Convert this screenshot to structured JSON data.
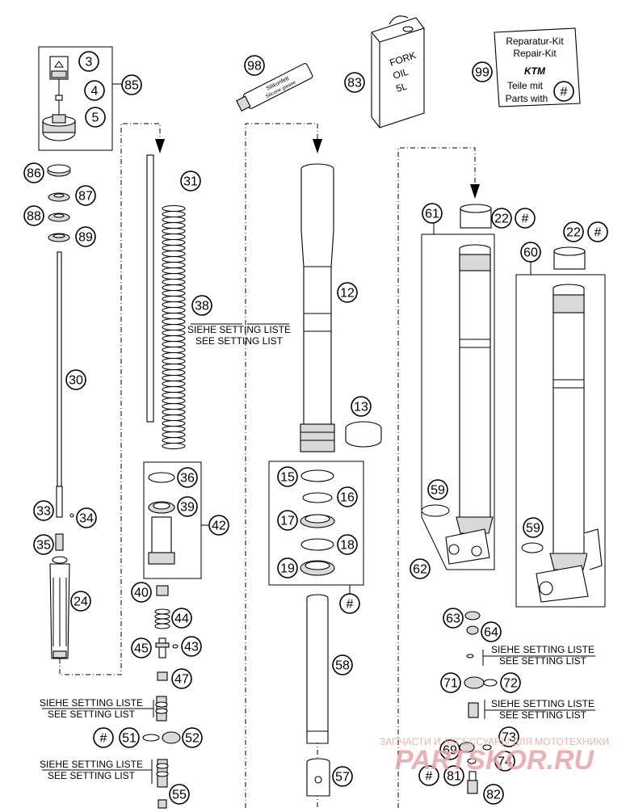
{
  "callouts": {
    "c3": "3",
    "c4": "4",
    "c5": "5",
    "c85": "85",
    "c86": "86",
    "c87": "87",
    "c88": "88",
    "c89": "89",
    "c30": "30",
    "c33": "33",
    "c34": "34",
    "c35": "35",
    "c24": "24",
    "c31": "31",
    "c38": "38",
    "c36": "36",
    "c39": "39",
    "c42": "42",
    "c40": "40",
    "c44": "44",
    "c45": "45",
    "c43": "43",
    "c47": "47",
    "c51": "51",
    "c52": "52",
    "c55": "55",
    "c98": "98",
    "c12": "12",
    "c13": "13",
    "c15": "15",
    "c16": "16",
    "c17": "17",
    "c18": "18",
    "c19": "19",
    "c58": "58",
    "c57": "57",
    "c83": "83",
    "c99": "99",
    "c61": "61",
    "c22a": "22",
    "c22b": "22",
    "c60": "60",
    "c59a": "59",
    "c59b": "59",
    "c62": "62",
    "c63": "63",
    "c64": "64",
    "c71": "71",
    "c72": "72",
    "c69": "69",
    "c73": "73",
    "c74": "74",
    "c81": "81",
    "c82": "82",
    "hash_kit": "#",
    "hash_22a": "#",
    "hash_22b": "#",
    "hash_seal": "#",
    "hash_51": "#",
    "hash_81": "#"
  },
  "notes": {
    "siehe": "SIEHE SETTING LISTE",
    "see": "SEE SETTING LIST"
  },
  "products": {
    "grease_brand": "Silikonfett",
    "grease_type": "Silicone grease",
    "can_line1": "FORK",
    "can_line2": "OIL",
    "can_line3": "5L"
  },
  "repair_kit": {
    "line1": "Reparatur-Kit",
    "line2": "Repair-Kit",
    "logo": "KTM",
    "line3": "Teile mit",
    "line4": "Parts with"
  },
  "watermark": {
    "caption": "ЗАПЧАСТИ И АКСЕССУАРЫ ДЛЯ МОТОТЕХНИКИ",
    "brand": "PARTSKOR.RU"
  },
  "colors": {
    "watermark": "#e8a4a8",
    "line": "#000000",
    "shade": "#d9d9d9"
  }
}
